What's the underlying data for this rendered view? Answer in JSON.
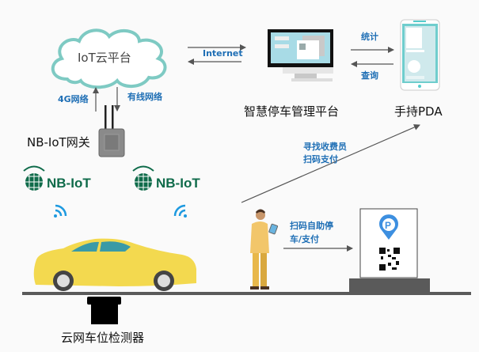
{
  "cloud": {
    "label": "IoT云平台"
  },
  "links": {
    "internet": "Internet",
    "up_4g": "4G网络",
    "down_wired": "有线网络",
    "stats": "统计",
    "query": "查询",
    "find_collector": [
      "寻找收费员",
      "扫码支付"
    ],
    "self_service": [
      "扫码自助停",
      "车/支付"
    ]
  },
  "gateway": {
    "label": "NB-IoT网关"
  },
  "nbiot_logo": {
    "text": "NB-IoT"
  },
  "platform": {
    "label": "智慧停车管理平台"
  },
  "pda": {
    "label": "手持PDA"
  },
  "detector": {
    "label": "云网车位检测器"
  },
  "colors": {
    "accent_blue": "#1f6fb5",
    "cloud_stroke": "#7ecac3",
    "logo_green": "#0f6b4a",
    "car_yellow": "#f3d94f",
    "ground": "#5a5a5a",
    "wifi": "#1e9ae0"
  }
}
